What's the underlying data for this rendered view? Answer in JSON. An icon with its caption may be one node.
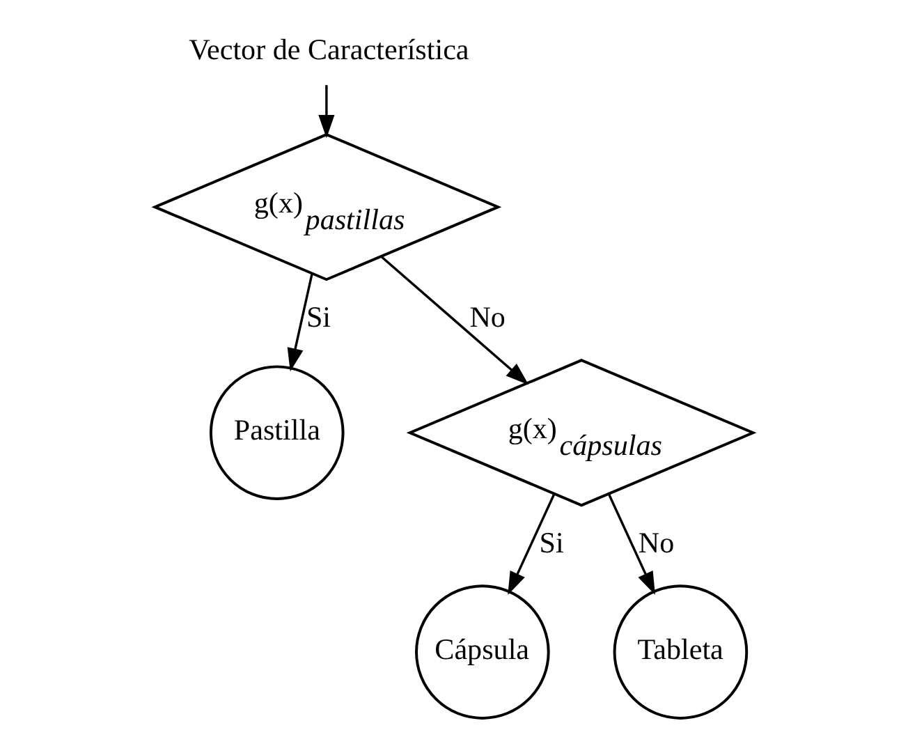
{
  "diagram": {
    "nodes": [
      {
        "text": [
          "Vector de Característica"
        ]
      },
      {
        "text": [
          "g(x)$_{pastillas}$"
        ]
      },
      {
        "text": [
          "Pastilla"
        ]
      },
      {
        "text": [
          "g(x)$_{cápsulas}$"
        ]
      },
      {
        "text": [
          "Cápsula"
        ]
      },
      {
        "text": [
          "Tableta"
        ]
      }
    ],
    "edges": [
      {
        "from": 0,
        "to": 1,
        "arrow": "to"
      },
      {
        "from": 1,
        "to": 2,
        "arrow": "to",
        "label": "Si"
      },
      {
        "from": 1,
        "to": 3,
        "arrow": "to",
        "label": "No"
      },
      {
        "from": 3,
        "to": 4,
        "arrow": "to",
        "label": "Si"
      },
      {
        "from": 3,
        "to": 5,
        "arrow": "to",
        "label": "No"
      }
    ]
  }
}
